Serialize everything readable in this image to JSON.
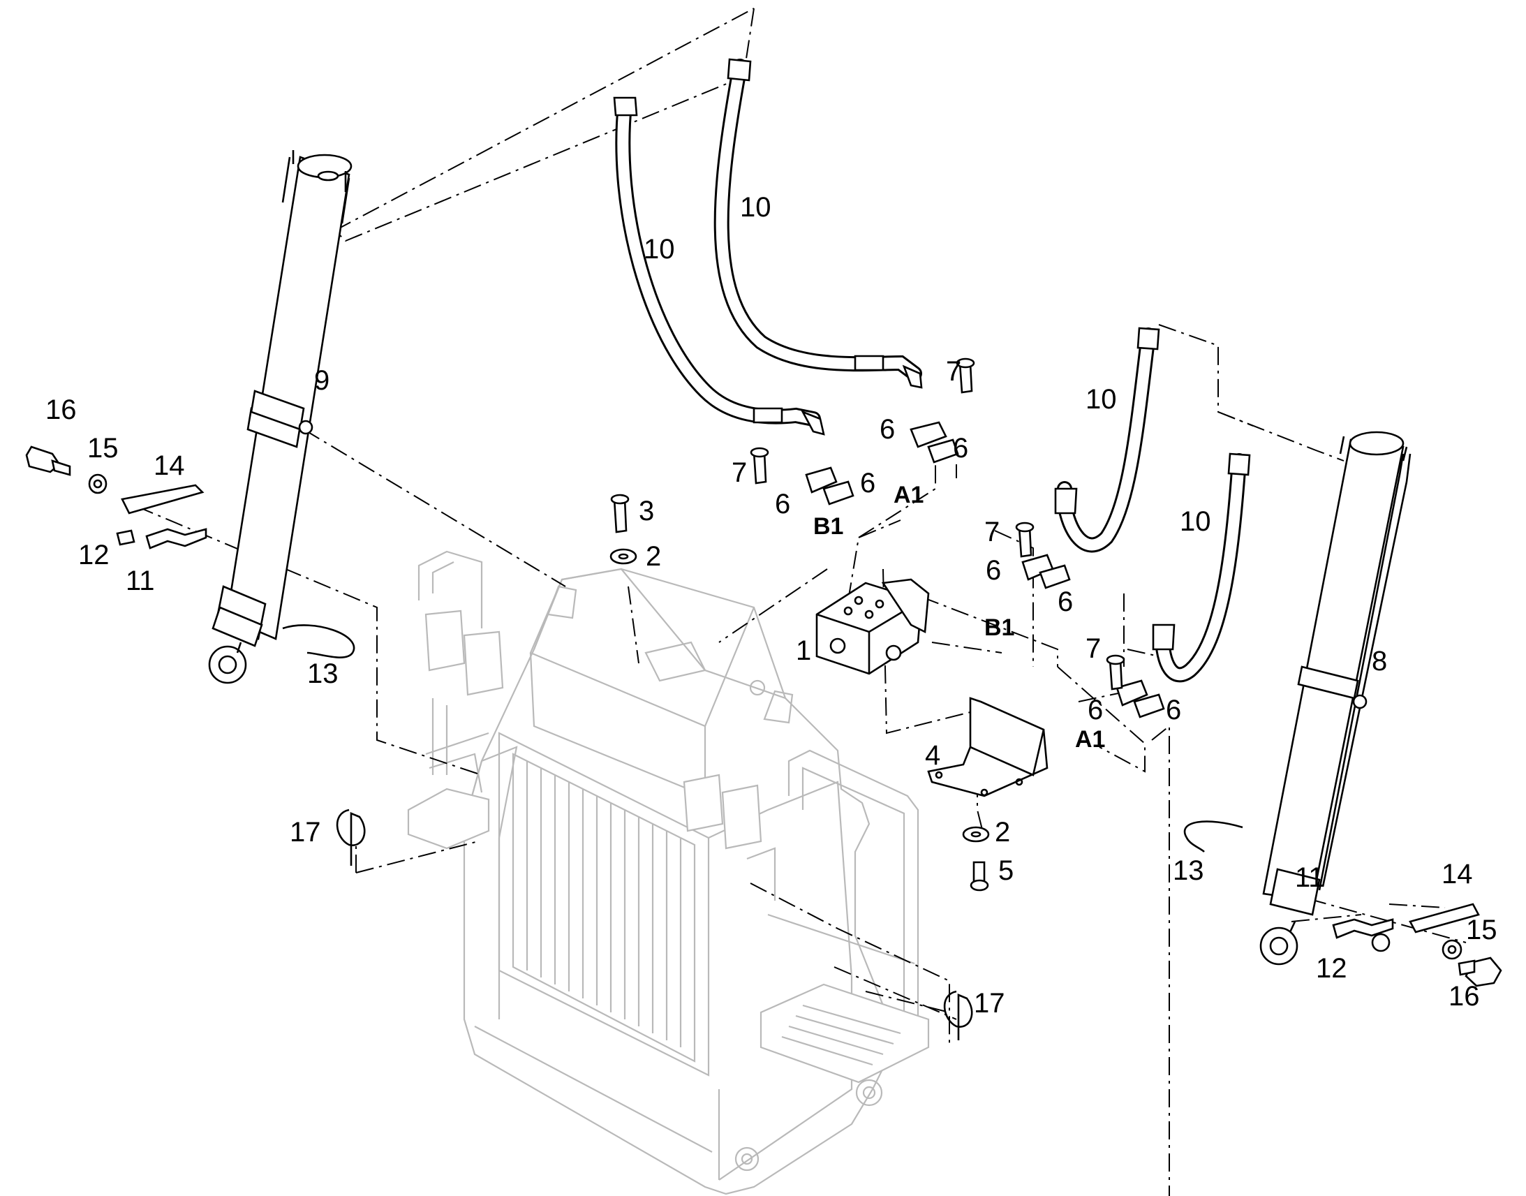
{
  "callouts": [
    {
      "id": "c16a",
      "text": "16"
    },
    {
      "id": "c15a",
      "text": "15"
    },
    {
      "id": "c14a",
      "text": "14"
    },
    {
      "id": "c12a",
      "text": "12"
    },
    {
      "id": "c11a",
      "text": "11"
    },
    {
      "id": "c13a",
      "text": "13"
    },
    {
      "id": "c9",
      "text": "9"
    },
    {
      "id": "c10a",
      "text": "10"
    },
    {
      "id": "c10b",
      "text": "10"
    },
    {
      "id": "c10c",
      "text": "10"
    },
    {
      "id": "c10d",
      "text": "10"
    },
    {
      "id": "c7a",
      "text": "7"
    },
    {
      "id": "c7b",
      "text": "7"
    },
    {
      "id": "c7c",
      "text": "7"
    },
    {
      "id": "c7d",
      "text": "7"
    },
    {
      "id": "c6a",
      "text": "6"
    },
    {
      "id": "c6b",
      "text": "6"
    },
    {
      "id": "c6c",
      "text": "6"
    },
    {
      "id": "c6d",
      "text": "6"
    },
    {
      "id": "c6e",
      "text": "6"
    },
    {
      "id": "c6f",
      "text": "6"
    },
    {
      "id": "c6g",
      "text": "6"
    },
    {
      "id": "c6h",
      "text": "6"
    },
    {
      "id": "c3",
      "text": "3"
    },
    {
      "id": "c2a",
      "text": "2"
    },
    {
      "id": "c2b",
      "text": "2"
    },
    {
      "id": "c1",
      "text": "1"
    },
    {
      "id": "c4",
      "text": "4"
    },
    {
      "id": "c5",
      "text": "5"
    },
    {
      "id": "c8",
      "text": "8"
    },
    {
      "id": "c17a",
      "text": "17"
    },
    {
      "id": "c17b",
      "text": "17"
    },
    {
      "id": "c13b",
      "text": "13"
    },
    {
      "id": "c11b",
      "text": "11"
    },
    {
      "id": "c14b",
      "text": "14"
    },
    {
      "id": "c15b",
      "text": "15"
    },
    {
      "id": "c12b",
      "text": "12"
    },
    {
      "id": "c16b",
      "text": "16"
    }
  ],
  "ports": [
    {
      "id": "pB1a",
      "text": "B1"
    },
    {
      "id": "pA1a",
      "text": "A1"
    },
    {
      "id": "pB1b",
      "text": "B1"
    },
    {
      "id": "pA1b",
      "text": "A1"
    }
  ]
}
